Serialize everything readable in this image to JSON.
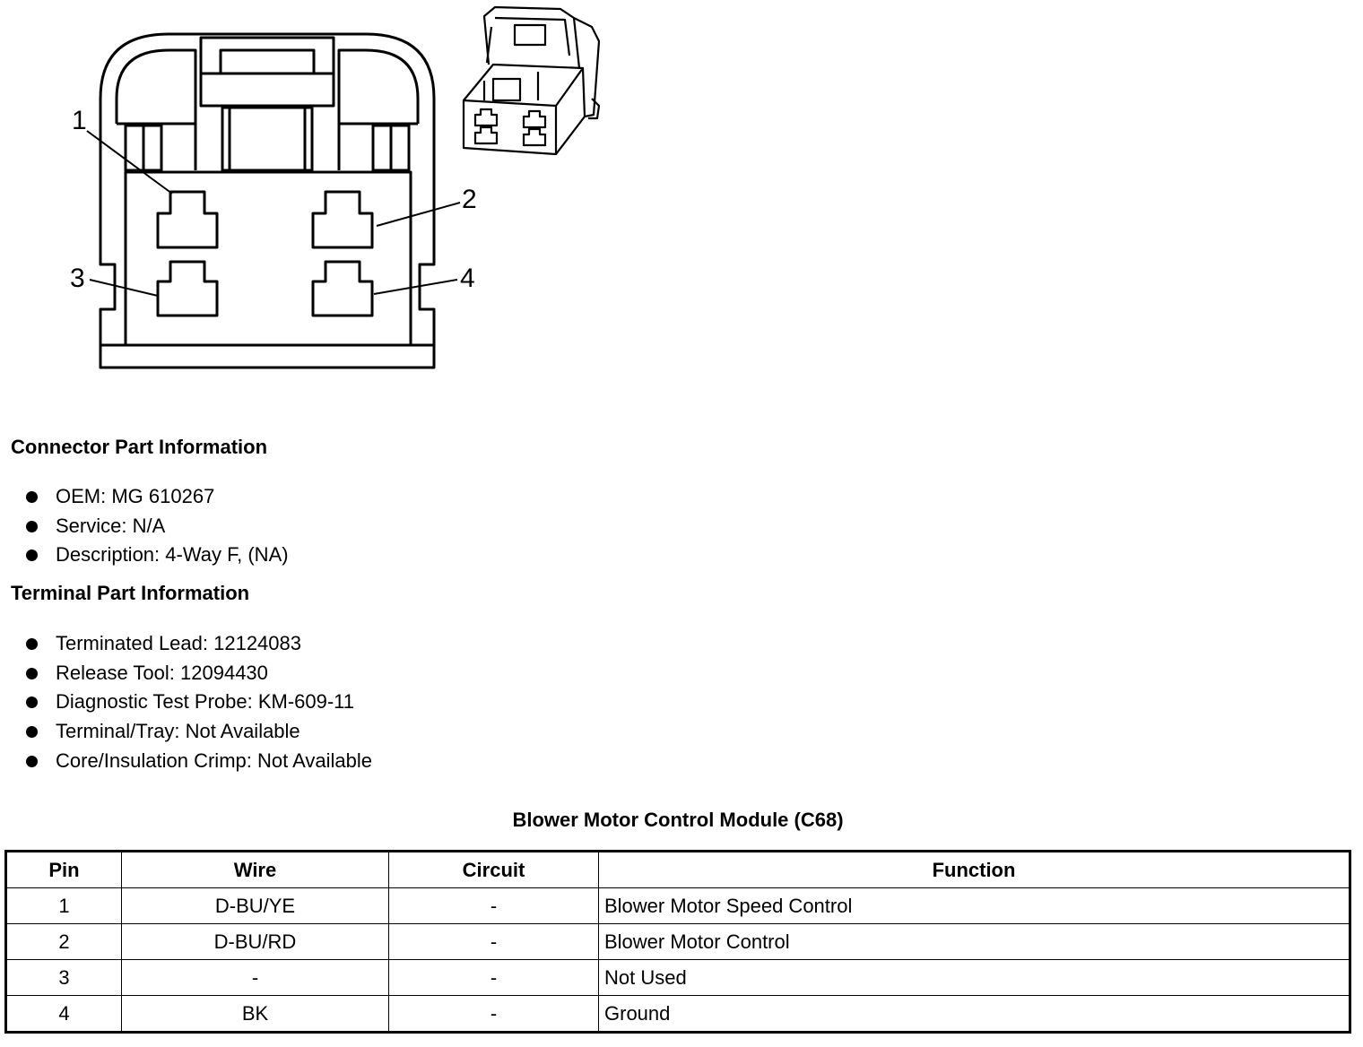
{
  "diagram": {
    "pin_callouts": [
      "1",
      "2",
      "3",
      "4"
    ]
  },
  "connector_part_info": {
    "title": "Connector Part Information",
    "items": [
      "OEM: MG 610267",
      "Service: N/A",
      "Description: 4-Way F, (NA)"
    ]
  },
  "terminal_part_info": {
    "title": "Terminal Part Information",
    "items": [
      "Terminated Lead: 12124083",
      "Release Tool: 12094430",
      "Diagnostic Test Probe: KM-609-11",
      "Terminal/Tray: Not Available",
      "Core/Insulation Crimp: Not Available"
    ]
  },
  "pinout_table": {
    "title": "Blower Motor Control Module (C68)",
    "headers": [
      "Pin",
      "Wire",
      "Circuit",
      "Function"
    ],
    "rows": [
      [
        "1",
        "D-BU/YE",
        "-",
        "Blower Motor Speed Control"
      ],
      [
        "2",
        "D-BU/RD",
        "-",
        "Blower Motor Control"
      ],
      [
        "3",
        "-",
        "-",
        "Not Used"
      ],
      [
        "4",
        "BK",
        "-",
        "Ground"
      ]
    ]
  }
}
